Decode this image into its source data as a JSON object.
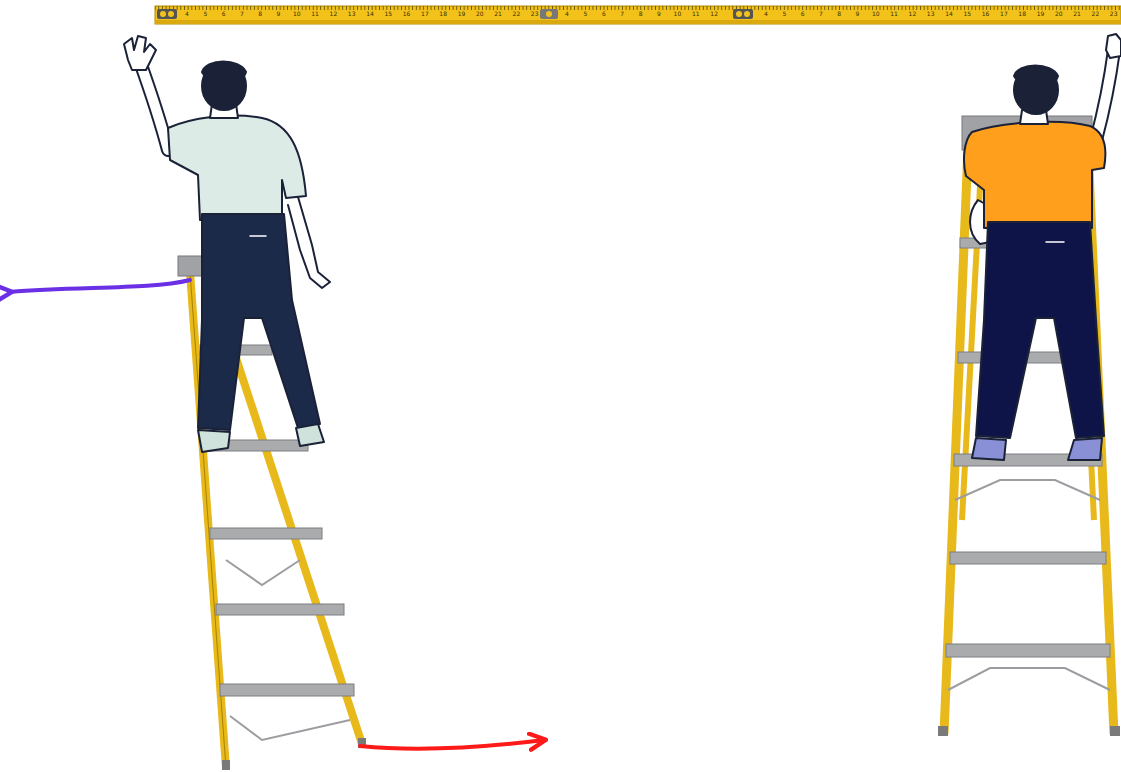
{
  "diagram": {
    "labels": [
      "4",
      "5",
      "6",
      "7",
      "8",
      "9",
      "10",
      "11",
      "12",
      "13",
      "14",
      "15",
      "16",
      "17",
      "18",
      "19",
      "20",
      "21",
      "22",
      "23",
      "4",
      "5",
      "6",
      "7",
      "8",
      "9",
      "10",
      "11",
      "12",
      "4",
      "5",
      "6",
      "7",
      "8",
      "9",
      "10",
      "11",
      "12",
      "13",
      "14",
      "15",
      "16",
      "17",
      "18",
      "19",
      "20",
      "21",
      "22",
      "23"
    ]
  }
}
